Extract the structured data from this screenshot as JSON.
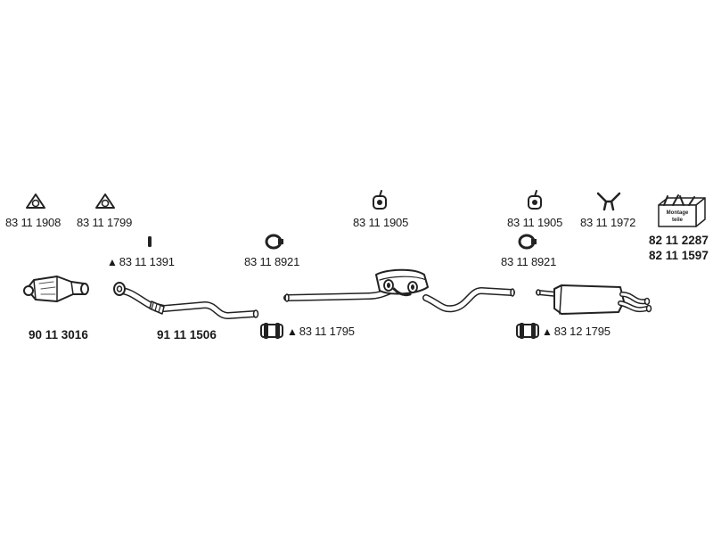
{
  "labels": {
    "gasket_a": "83 11 1908",
    "gasket_b": "83 11 1799",
    "clip_small": "83 11 1391",
    "hanger_mid": "83 11 1905",
    "hanger_right": "83 11 1905",
    "hanger_y": "83 11 1972",
    "kit_a": "82 11 2287",
    "kit_b": "82 11 1597",
    "ring_clamp_a": "83 11 8921",
    "ring_clamp_b": "83 11 8921",
    "catalyst": "90 11 3016",
    "front_pipe": "91 11 1506",
    "clamp_a": "83 11 1795",
    "clamp_b": "83 12 1795"
  },
  "kit_box_text": [
    "Montage",
    "teile"
  ],
  "marker_symbol": "▲",
  "icons": {
    "gasket": "triangular-gasket-icon",
    "hanger": "rubber-hanger-icon",
    "clamp": "pipe-clamp-icon",
    "kit": "mounting-kit-box-icon"
  }
}
